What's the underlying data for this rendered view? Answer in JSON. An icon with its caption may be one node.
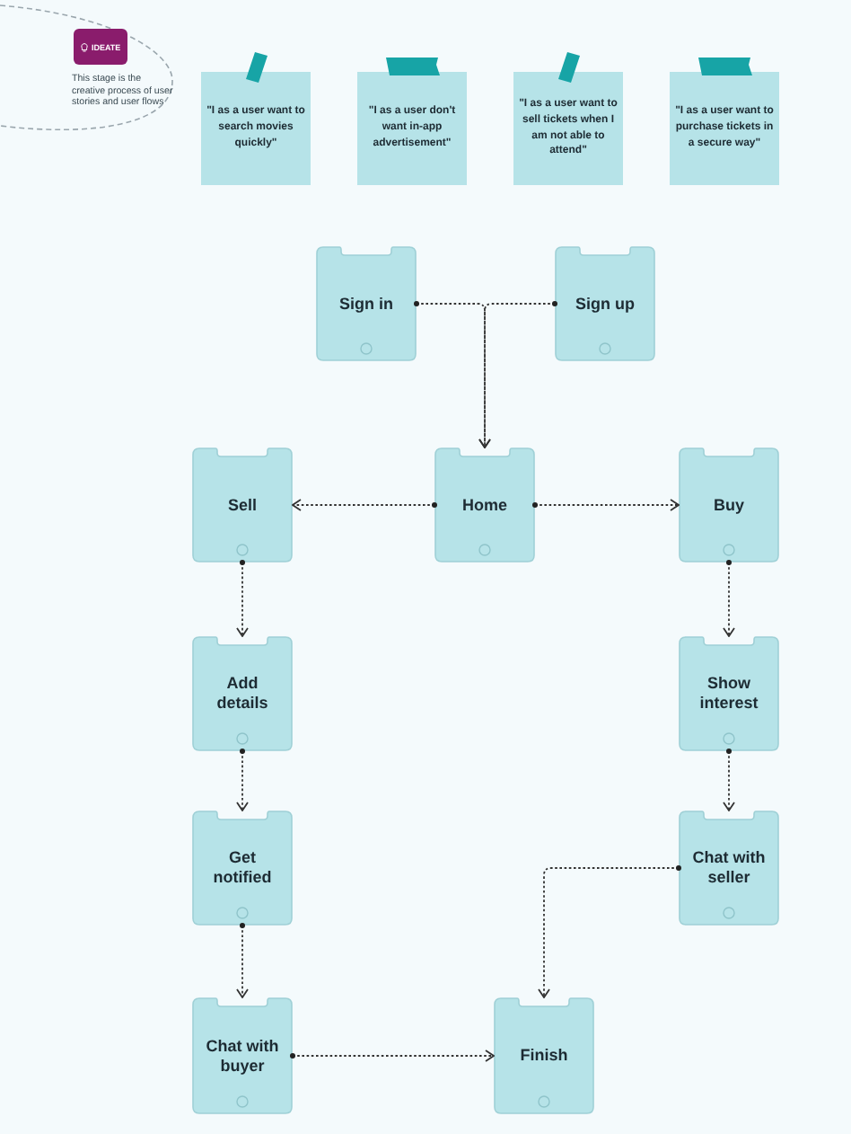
{
  "diagram": {
    "nodes": [
      {
        "text": [
          "IDEATE"
        ],
        "beside": [
          "This stage is the creative process of user stories and user flows"
        ]
      },
      {
        "text": [
          "\"I as a user want to search movies quickly\""
        ]
      },
      {
        "text": [
          "\"I as a user don't want in-app advertisement\""
        ]
      },
      {
        "text": [
          "\"I as a user want to sell tickets when I am not able to attend\""
        ]
      },
      {
        "text": [
          "\"I as a user want to purchase  tickets in a secure way\""
        ]
      },
      {
        "text": [
          "Sign in"
        ]
      },
      {
        "text": [
          "Sign up"
        ]
      },
      {
        "text": [
          "Sell"
        ]
      },
      {
        "text": [
          "Home"
        ]
      },
      {
        "text": [
          "Buy"
        ]
      },
      {
        "text": [
          "Add details"
        ]
      },
      {
        "text": [
          "Show interest"
        ]
      },
      {
        "text": [
          "Get notified"
        ]
      },
      {
        "text": [
          "Chat with seller"
        ]
      },
      {
        "text": [
          "Chat with buyer"
        ]
      },
      {
        "text": [
          "Finish"
        ]
      }
    ],
    "edges": [
      {
        "from": 5,
        "to": 8,
        "arrow": "to"
      },
      {
        "from": 6,
        "to": 8,
        "arrow": "to"
      },
      {
        "from": 8,
        "to": 7,
        "arrow": "to"
      },
      {
        "from": 8,
        "to": 9,
        "arrow": "to"
      },
      {
        "from": 7,
        "to": 10,
        "arrow": "to"
      },
      {
        "from": 10,
        "to": 12,
        "arrow": "to"
      },
      {
        "from": 12,
        "to": 14,
        "arrow": "to"
      },
      {
        "from": 9,
        "to": 11,
        "arrow": "to"
      },
      {
        "from": 11,
        "to": 13,
        "arrow": "to"
      },
      {
        "from": 13,
        "to": 15,
        "arrow": "to"
      },
      {
        "from": 14,
        "to": 15,
        "arrow": "to"
      }
    ]
  }
}
